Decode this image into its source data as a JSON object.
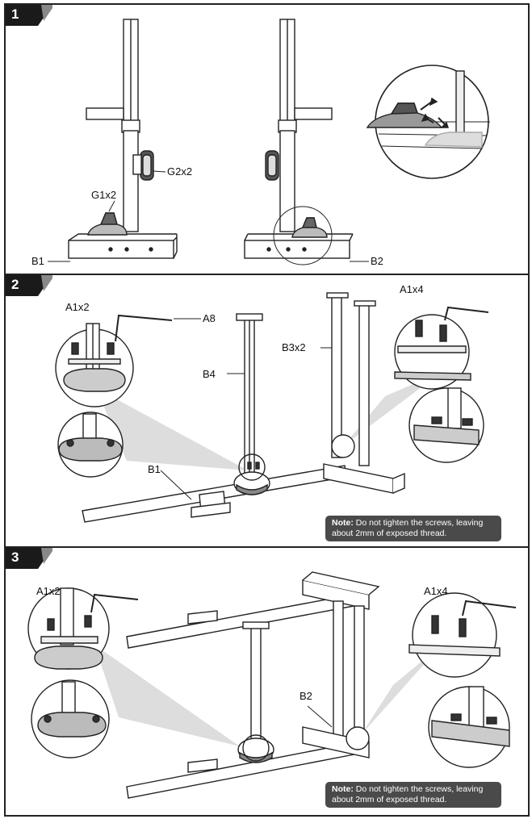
{
  "steps": [
    {
      "number": "1",
      "labels": {
        "g2": "G2x2",
        "g1": "G1x2",
        "b1": "B1",
        "b2": "B2"
      }
    },
    {
      "number": "2",
      "labels": {
        "a1_left": "A1x2",
        "a8": "A8",
        "b4": "B4",
        "b3": "B3x2",
        "a1_right": "A1x4",
        "b1": "B1"
      },
      "note": {
        "prefix": "Note:",
        "text": "Do not tighten the screws, leaving about 2mm of exposed thread."
      }
    },
    {
      "number": "3",
      "labels": {
        "a1_left": "A1x2",
        "a1_right": "A1x4",
        "b2": "B2"
      },
      "note": {
        "prefix": "Note:",
        "text": "Do not tighten the screws, leaving about 2mm of exposed thread."
      }
    }
  ]
}
